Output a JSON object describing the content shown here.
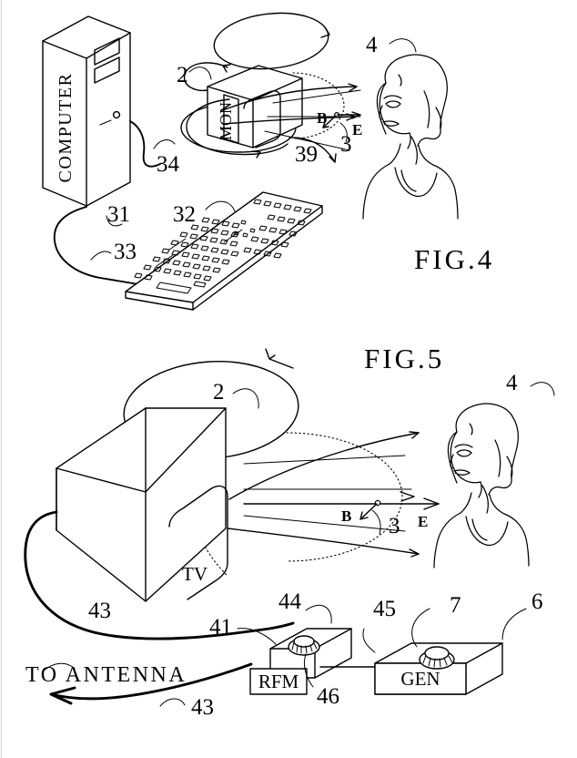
{
  "document": {
    "type": "patent-drawing",
    "background_color": "#ffffff",
    "ink_color": "#000000"
  },
  "figures": [
    {
      "id": "fig4",
      "caption": "FIG.4",
      "subject": "computer workstation emitting B and E fields toward a seated person",
      "device_labels": {
        "computer_tower": "COMPUTER",
        "monitor": "MON"
      },
      "reference_numerals": {
        "monitor_callout": "2",
        "field_vector_callout": "3",
        "person_callout": "4",
        "tower_callout": "31",
        "keyboard_callout": "32",
        "keyboard_cable_callout": "33",
        "monitor_cable_callout": "34",
        "monitor_field_callout": "39"
      },
      "field_symbols": {
        "magnetic": "B",
        "electric": "E"
      }
    },
    {
      "id": "fig5",
      "caption": "FIG.5",
      "subject": "television driven by RF modulator and generator emitting B and E fields toward a person",
      "device_labels": {
        "television": "TV",
        "rf_modulator": "RFM",
        "generator": "GEN"
      },
      "annotation": "TO ANTENNA",
      "reference_numerals": {
        "tv_callout": "2",
        "field_vector_callout": "3",
        "person_callout": "4",
        "generator_callout": "6",
        "generator_knob_callout": "7",
        "rfm_knob_callout": "41",
        "antenna_cable_callout_upper": "43",
        "antenna_cable_callout_lower": "43",
        "rfm_body_callout": "44",
        "interconnect_callout": "45",
        "rfm_box_callout": "46"
      },
      "field_symbols": {
        "magnetic": "B",
        "electric": "E"
      }
    }
  ]
}
